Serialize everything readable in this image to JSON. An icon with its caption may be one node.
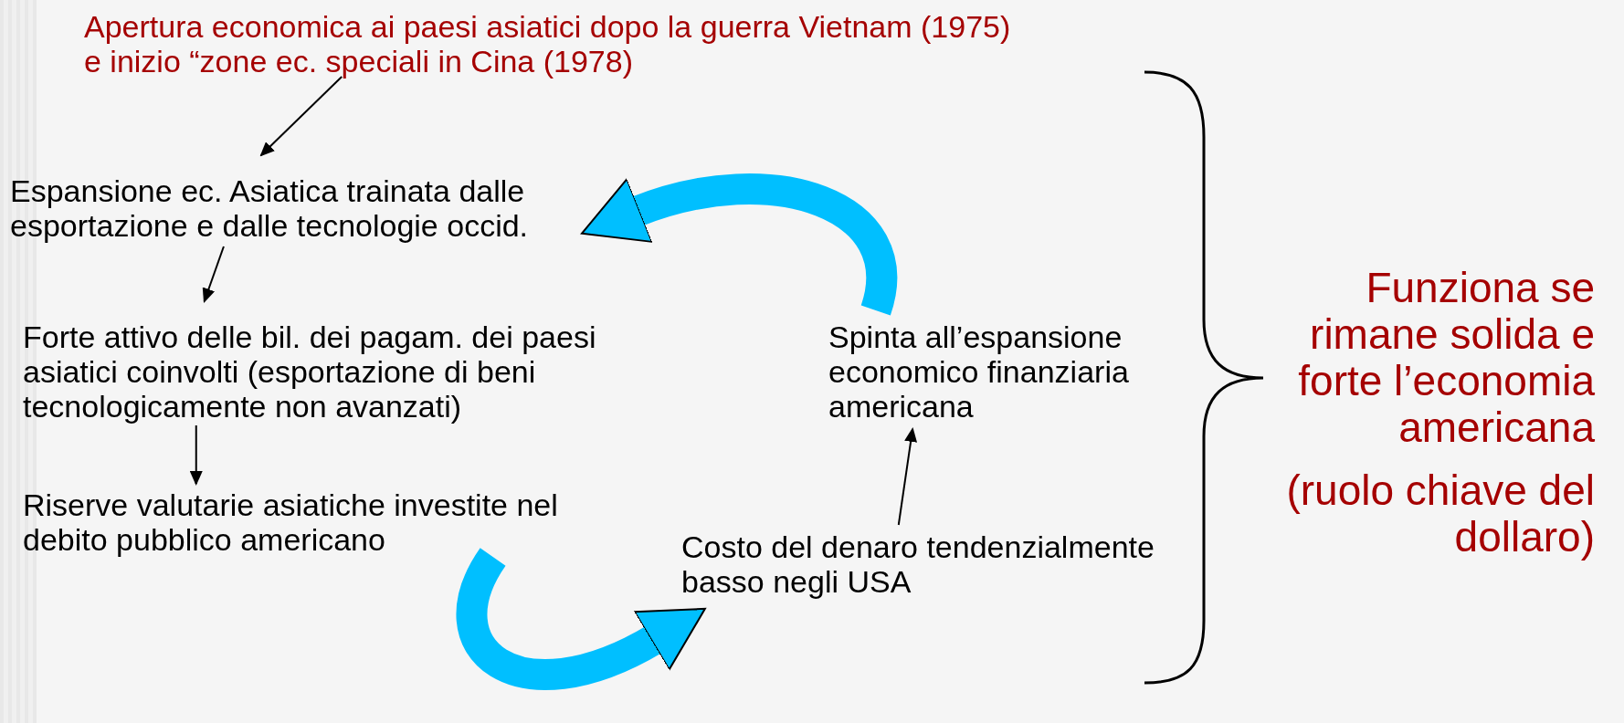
{
  "diagram": {
    "nodes": [
      {
        "text": [
          "Apertura economica ai paesi asiatici dopo la guerra Vietnam (1975) e inizio “zone ec. speciali in Cina (1978)"
        ]
      },
      {
        "text": [
          "Espansione ec. Asiatica trainata dalle esportazione e dalle tecnologie occid."
        ]
      },
      {
        "text": [
          "Forte attivo delle bil. dei pagam. dei paesi asiatici coinvolti (esportazione di beni tecnologicamente non avanzati)"
        ]
      },
      {
        "text": [
          "Riserve valutarie asiatiche investite nel debito pubblico americano"
        ]
      },
      {
        "text": [
          "Spinta all’espansione economico finanziaria americana"
        ]
      },
      {
        "text": [
          "Costo del denaro tendenzialmente basso negli USA"
        ]
      }
    ],
    "edges": [
      {
        "from": 0,
        "to": 1,
        "arrow": "to"
      },
      {
        "from": 1,
        "to": 2,
        "arrow": "to"
      },
      {
        "from": 2,
        "to": 3,
        "arrow": "to"
      },
      {
        "from": 5,
        "to": 4,
        "arrow": "to"
      },
      {
        "from": 3,
        "to": 5,
        "arrow": "to",
        "style": "thick",
        "color": "#00bfff"
      },
      {
        "from": 4,
        "to": 1,
        "arrow": "to",
        "style": "thick",
        "color": "#00bfff"
      }
    ],
    "labels": [
      "Funziona se rimane solida e forte l’economia americana",
      "(ruolo chiave del dollaro)"
    ]
  }
}
